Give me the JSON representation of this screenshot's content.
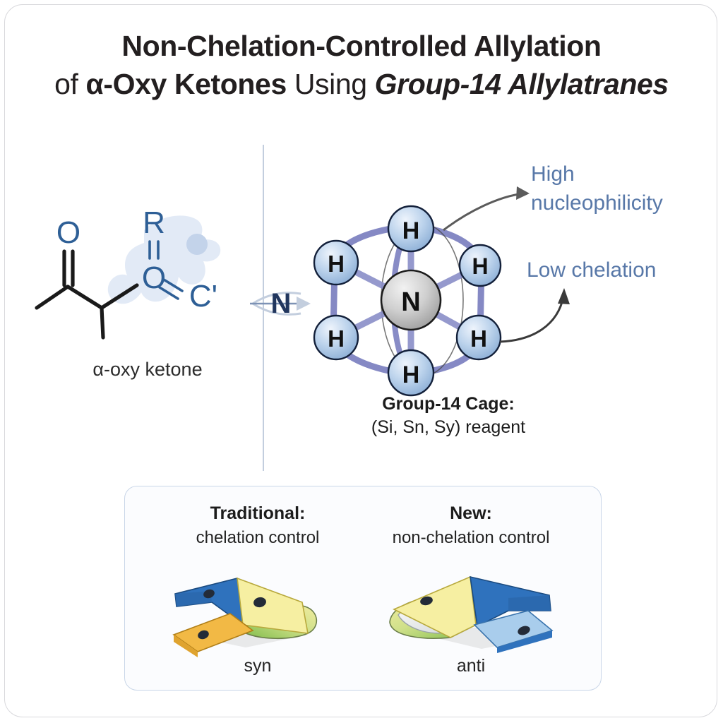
{
  "title": {
    "line1": "Non-Chelation-Controlled Allylation",
    "line2_part1": "of ",
    "line2_part2": "α-Oxy Ketones",
    "line2_part3": " Using ",
    "line2_part4": "Group-14 Allylatranes"
  },
  "left_structure": {
    "caption": "α-oxy ketone",
    "atom_labels": {
      "carbonyl_oxygen": "O",
      "r_group": "R",
      "ether_oxygen": "O",
      "c_prime": "C'"
    },
    "label_color": "#2e5f96",
    "bond_color": "#1a1a1a",
    "highlight_color": "#dde6f4"
  },
  "reaction_arrow": {
    "label": "N"
  },
  "cage": {
    "center_atom": "N",
    "center_color": "#b8b8b8",
    "hydrogen_label": "H",
    "hydrogen_color": "#a9c4e4",
    "bond_color": "#7b7fc0",
    "hydrogens": [
      "H",
      "H",
      "H",
      "H",
      "H",
      "H"
    ],
    "caption_line1": "Group-14 Cage:",
    "caption_line2": "(Si, Sn, Sy) reagent"
  },
  "annotations": {
    "high": "High\nnucleophilicity",
    "high_line1": "High",
    "high_line2": "nucleophilicity",
    "low": "Low chelation",
    "color": "#5878a8"
  },
  "bottom_panel": {
    "left": {
      "heading": "Traditional:",
      "subheading": "chelation control",
      "footer": "syn"
    },
    "right": {
      "heading": "New:",
      "subheading": "non-chelation control",
      "footer": "anti"
    },
    "ribbon_colors": {
      "blue": "#2f72bd",
      "light_blue": "#a9cdec",
      "yellow": "#f5ec9a",
      "orange": "#f0b63c",
      "green": "#8cc14f"
    },
    "border_color": "#c9d6e8",
    "background": "#fbfcfe"
  },
  "chart_data": {
    "type": "diagram",
    "title": "Non-Chelation-Controlled Allylation of α-Oxy Ketones Using Group-14 Allylatranes",
    "panels": [
      {
        "name": "substrate",
        "label": "α-oxy ketone"
      },
      {
        "name": "reagent",
        "label": "Group-14 Cage: (Si, Sn, Sy) reagent",
        "properties": [
          "High nucleophilicity",
          "Low chelation"
        ]
      },
      {
        "name": "outcome-comparison",
        "entries": [
          {
            "mode": "Traditional:",
            "control": "chelation control",
            "product": "syn"
          },
          {
            "mode": "New:",
            "control": "non-chelation control",
            "product": "anti"
          }
        ]
      }
    ]
  }
}
